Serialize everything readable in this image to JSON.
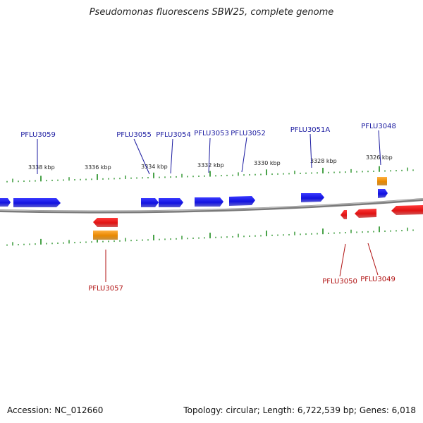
{
  "title": "Pseudomonas fluorescens SBW25, complete genome",
  "footer": {
    "accession": "Accession: NC_012660",
    "summary": "Topology: circular; Length: 6,722,539 bp; Genes: 6,018"
  },
  "colors": {
    "plus_strand": "#1414e6",
    "minus_strand": "#e61414",
    "rna": "#f08c00",
    "ticks": "#1a8a1a",
    "backbone": "#888888",
    "label_plus": "#1a1aa0",
    "label_minus": "#b01010"
  },
  "scale_labels": [
    "3338 kbp",
    "3336 kbp",
    "3334 kbp",
    "3332 kbp",
    "3330 kbp",
    "3328 kbp",
    "3326 kbp"
  ],
  "gene_labels_top": [
    "PFLU3059",
    "PFLU3055",
    "PFLU3054",
    "PFLU3053",
    "PFLU3052",
    "PFLU3051A",
    "PFLU3048"
  ],
  "gene_labels_bottom": [
    "PFLU3057",
    "PFLU3050",
    "PFLU3049"
  ]
}
